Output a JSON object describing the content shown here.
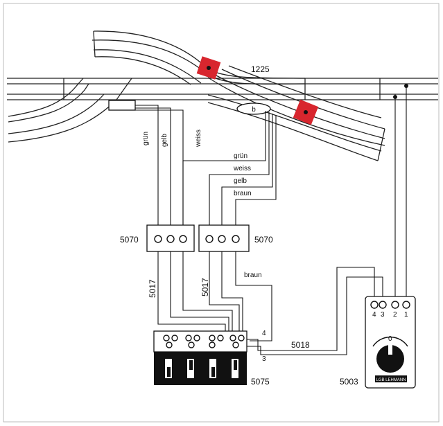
{
  "parts": {
    "turnout": "1225",
    "decoder_left": "5070",
    "decoder_right": "5070",
    "cable_left": "5017",
    "cable_right": "5017",
    "control_unit": "5075",
    "power_cable": "5018",
    "transformer": "5003",
    "transformer_brand": "LGB LEHMANN"
  },
  "wire_labels": {
    "gruen_left": "grün",
    "gelb_left": "gelb",
    "weiss_left": "weiss",
    "gruen_right": "grün",
    "weiss_right": "weiss",
    "gelb_right": "gelb",
    "braun_right": "braun",
    "braun_down": "braun"
  },
  "terminals": {
    "four": "4",
    "three": "3",
    "t4": "4",
    "t3": "3",
    "t2": "2",
    "t1": "1",
    "dial_zero": "0"
  },
  "colors": {
    "turnout_motor": "#d8262e",
    "ink": "#111111",
    "panel_dark": "#111111"
  }
}
